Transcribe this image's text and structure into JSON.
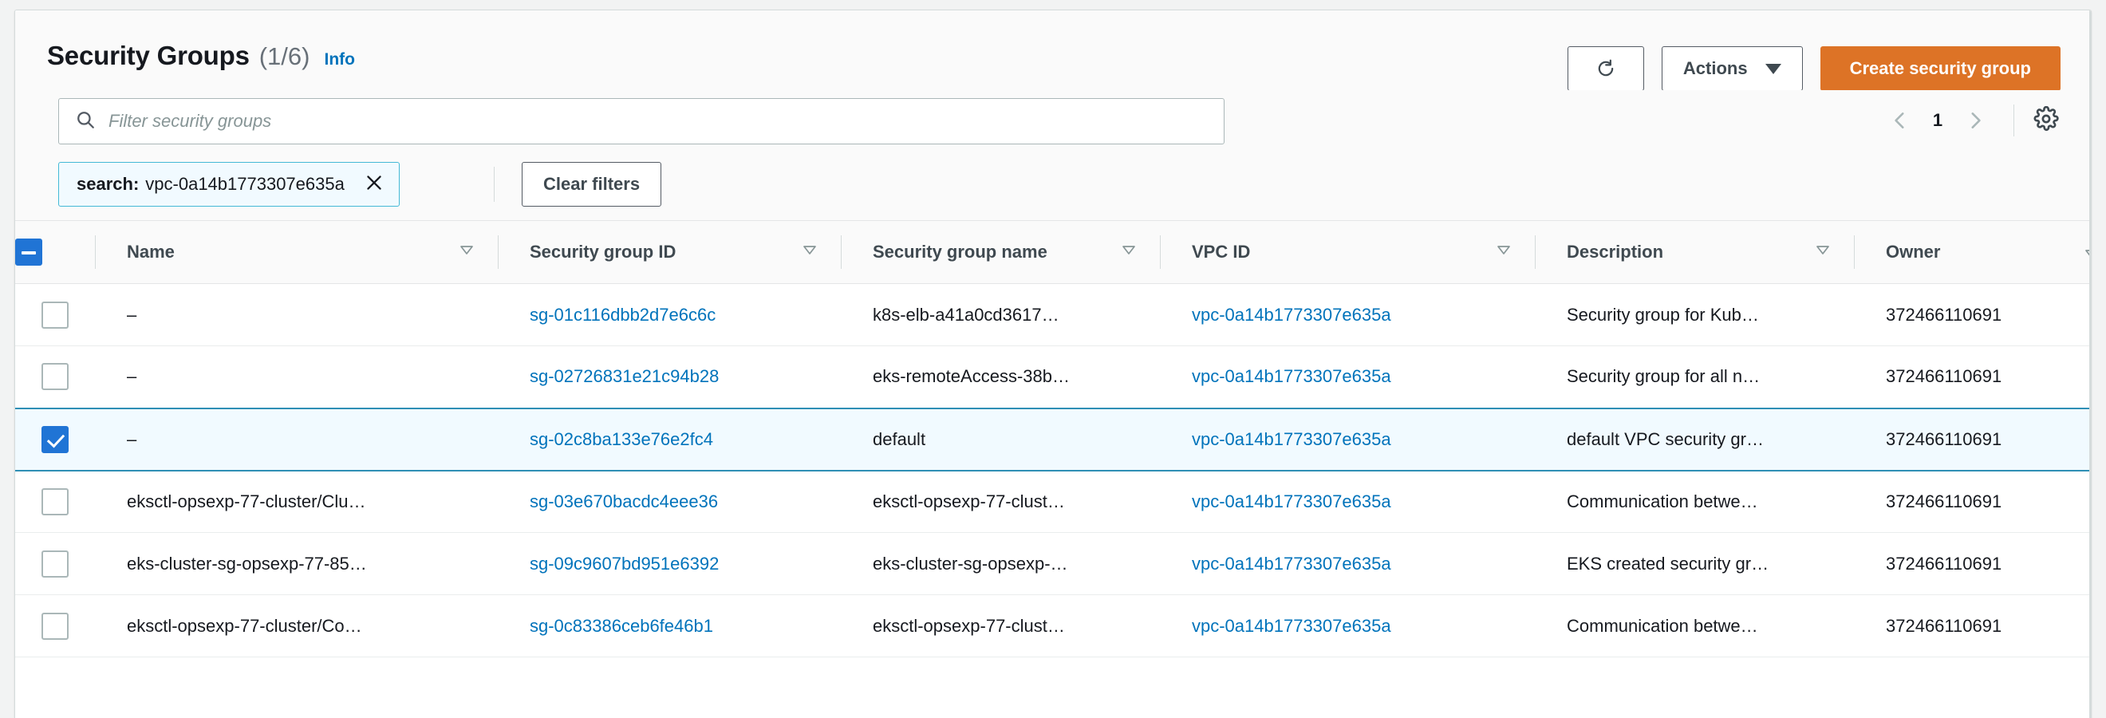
{
  "header": {
    "title": "Security Groups",
    "count": "(1/6)",
    "info_label": "Info"
  },
  "toolbar": {
    "refresh_icon": "refresh-icon",
    "actions_label": "Actions",
    "create_label": "Create security group",
    "primary_color": "#dd7326"
  },
  "search": {
    "placeholder": "Filter security groups",
    "value": "",
    "search_icon": "search-icon"
  },
  "pagination": {
    "prev_label": "‹",
    "page": "1",
    "next_label": "›",
    "settings_icon": "gear-icon"
  },
  "filters": {
    "token_label": "search:",
    "token_value": "vpc-0a14b1773307e635a",
    "remove_icon": "close-icon",
    "clear_label": "Clear filters"
  },
  "table": {
    "select_all_state": "indeterminate",
    "columns": [
      {
        "label": "Name",
        "sortable": true
      },
      {
        "label": "Security group ID",
        "sortable": true
      },
      {
        "label": "Security group name",
        "sortable": true
      },
      {
        "label": "VPC ID",
        "sortable": true
      },
      {
        "label": "Description",
        "sortable": true
      },
      {
        "label": "Owner",
        "sortable": true
      }
    ],
    "rows": [
      {
        "selected": false,
        "name": "–",
        "sg_id": "sg-01c116dbb2d7e6c6c",
        "sg_name": "k8s-elb-a41a0cd3617…",
        "vpc_id": "vpc-0a14b1773307e635a",
        "description": "Security group for Kub…",
        "owner": "372466110691"
      },
      {
        "selected": false,
        "name": "–",
        "sg_id": "sg-02726831e21c94b28",
        "sg_name": "eks-remoteAccess-38b…",
        "vpc_id": "vpc-0a14b1773307e635a",
        "description": "Security group for all n…",
        "owner": "372466110691"
      },
      {
        "selected": true,
        "name": "–",
        "sg_id": "sg-02c8ba133e76e2fc4",
        "sg_name": "default",
        "vpc_id": "vpc-0a14b1773307e635a",
        "description": "default VPC security gr…",
        "owner": "372466110691"
      },
      {
        "selected": false,
        "name": "eksctl-opsexp-77-cluster/Clu…",
        "sg_id": "sg-03e670bacdc4eee36",
        "sg_name": "eksctl-opsexp-77-clust…",
        "vpc_id": "vpc-0a14b1773307e635a",
        "description": "Communication betwe…",
        "owner": "372466110691"
      },
      {
        "selected": false,
        "name": "eks-cluster-sg-opsexp-77-85…",
        "sg_id": "sg-09c9607bd951e6392",
        "sg_name": "eks-cluster-sg-opsexp-…",
        "vpc_id": "vpc-0a14b1773307e635a",
        "description": "EKS created security gr…",
        "owner": "372466110691"
      },
      {
        "selected": false,
        "name": "eksctl-opsexp-77-cluster/Co…",
        "sg_id": "sg-0c83386ceb6fe46b1",
        "sg_name": "eksctl-opsexp-77-clust…",
        "vpc_id": "vpc-0a14b1773307e635a",
        "description": "Communication betwe…",
        "owner": "372466110691"
      }
    ]
  }
}
